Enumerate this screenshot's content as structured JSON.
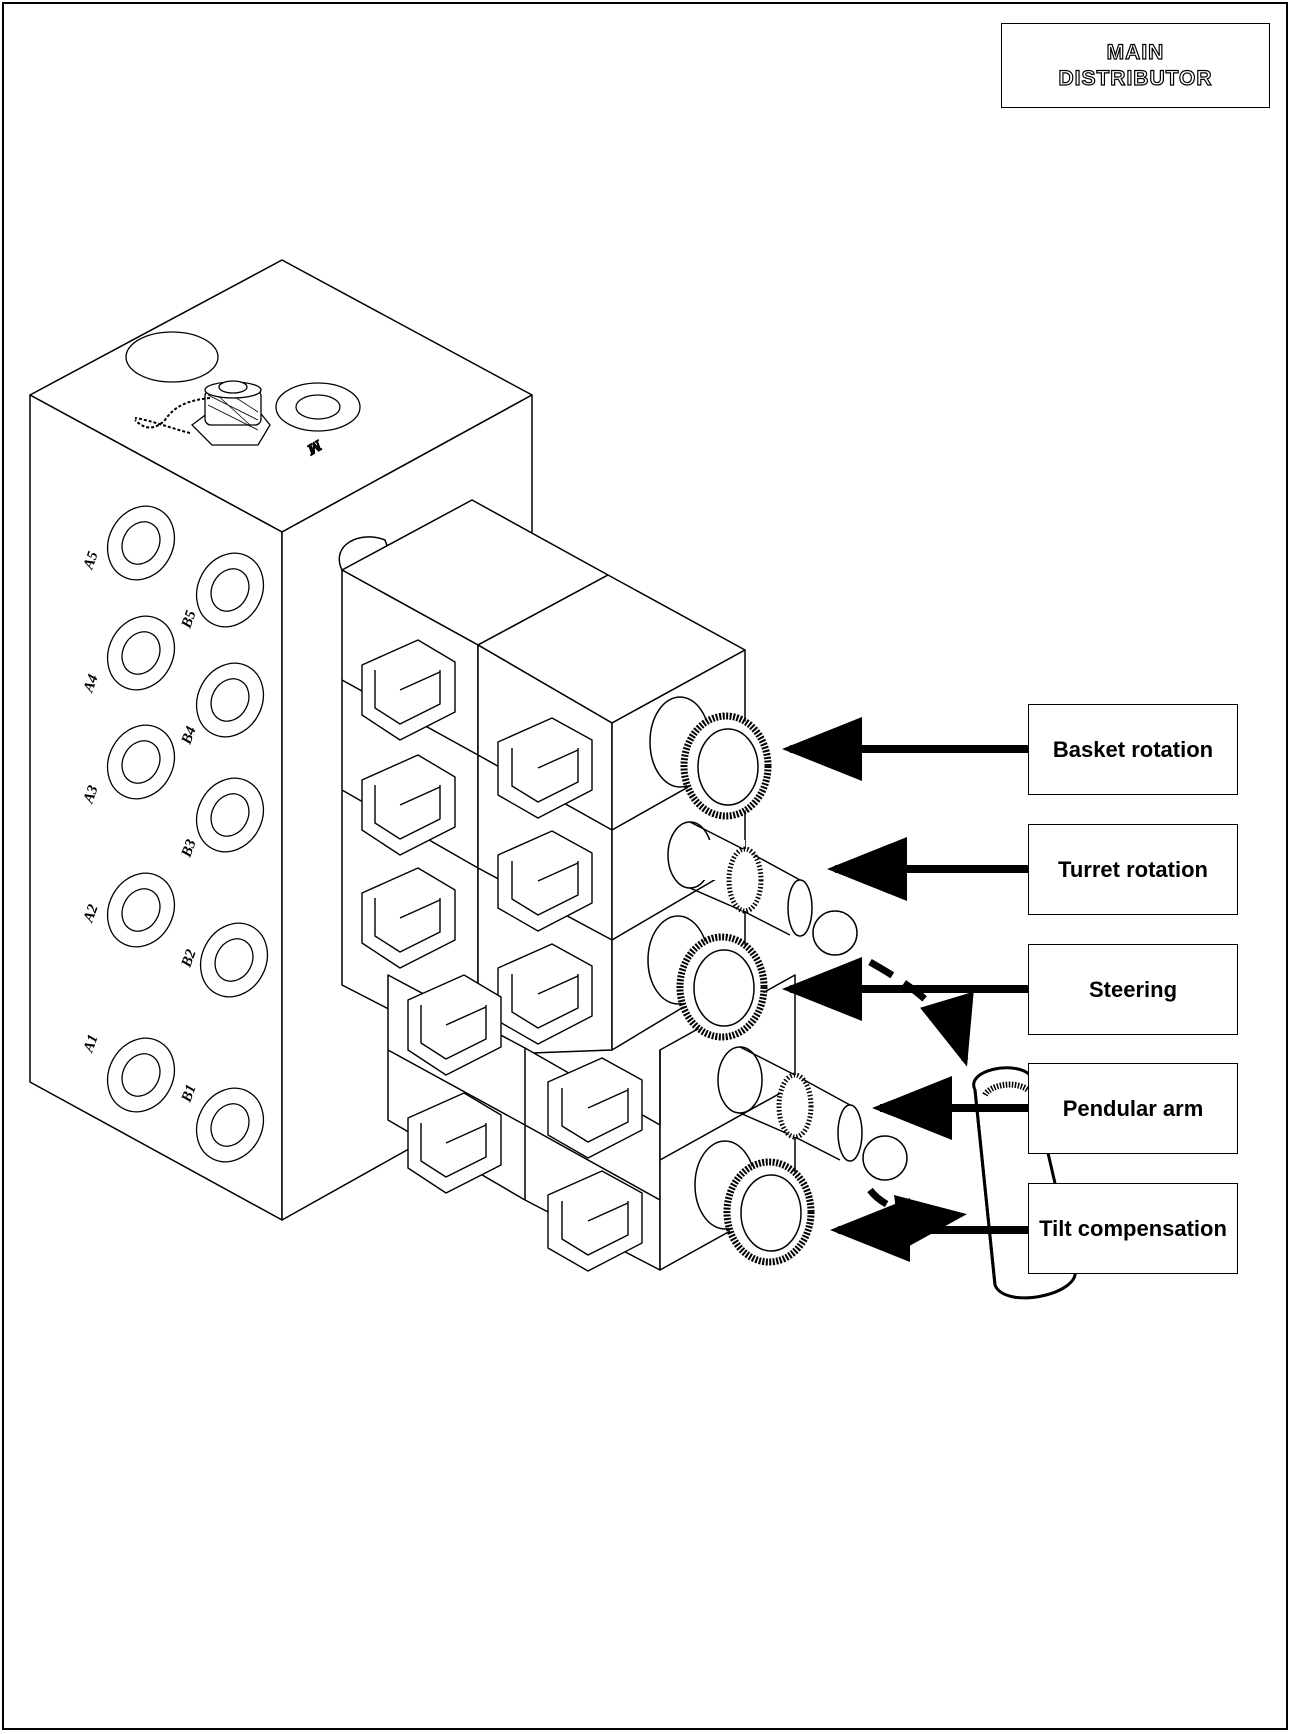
{
  "title": {
    "line1": "MAIN",
    "line2": "DISTRIBUTOR"
  },
  "callouts": [
    {
      "label": "Basket rotation"
    },
    {
      "label": "Turret rotation"
    },
    {
      "label": "Steering"
    },
    {
      "label": "Pendular arm"
    },
    {
      "label": "Tilt compensation"
    }
  ],
  "ports": {
    "m": "M",
    "a5": "A5",
    "a4": "A4",
    "a3": "A3",
    "a2": "A2",
    "a1": "A1",
    "b5": "B5",
    "b4": "B4",
    "b3": "B3",
    "b2": "B2",
    "b1": "B1"
  }
}
